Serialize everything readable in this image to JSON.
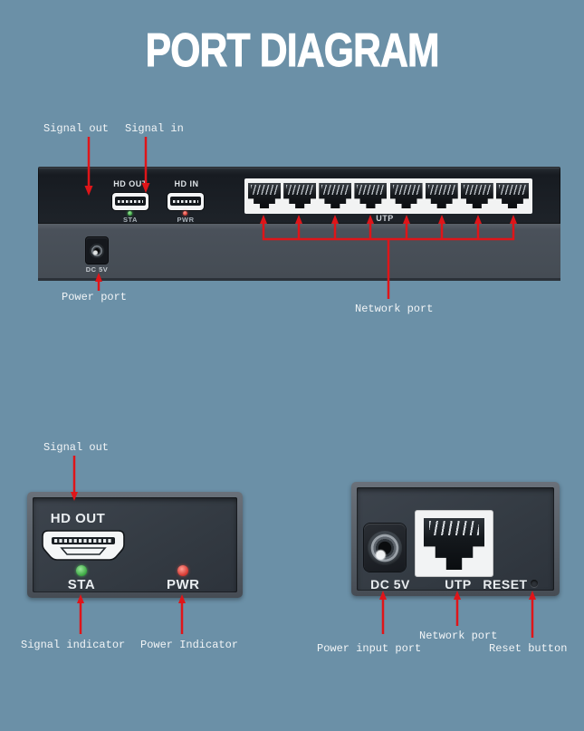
{
  "title": "PORT DIAGRAM",
  "colors": {
    "background": "#6b90a7",
    "accent_red": "#df1519",
    "led_green": "#3aa741",
    "led_red": "#d5352e",
    "panel_black": "#1d2127",
    "panel_gray": "#4b525a",
    "port_strip_white": "#f2f3f3"
  },
  "rear_view": {
    "callouts": {
      "signal_out": "Signal out",
      "signal_in": "Signal in",
      "power_port": "Power port",
      "network_port": "Network port"
    },
    "panel": {
      "hd_out": "HD OUT",
      "hd_in": "HD IN",
      "sta": "STA",
      "pwr": "PWR",
      "utp": "UTP",
      "dc": "DC 5V",
      "network_port_count": 8
    }
  },
  "closeups": {
    "receiver": {
      "callout_signal_out": "Signal out",
      "hd_out": "HD OUT",
      "sta": "STA",
      "pwr": "PWR",
      "callout_signal_indicator": "Signal indicator",
      "callout_power_indicator": "Power Indicator"
    },
    "transmitter": {
      "dc": "DC 5V",
      "utp": "UTP",
      "reset": "RESET",
      "callout_power_input": "Power input port",
      "callout_network_port": "Network port",
      "callout_reset_button": "Reset button"
    }
  }
}
